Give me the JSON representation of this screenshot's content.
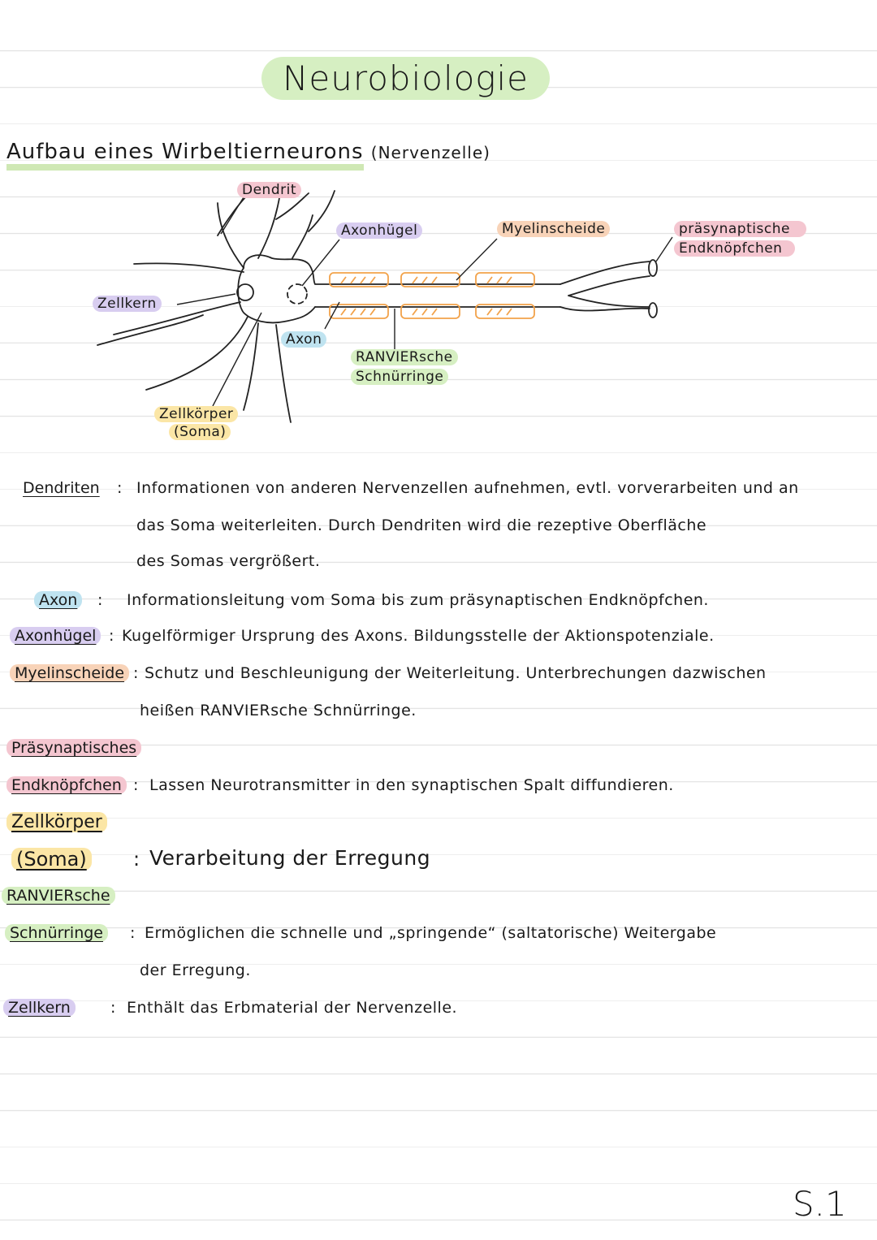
{
  "title": "Neurobiologie",
  "subtitle": {
    "main": "Aufbau eines Wirbeltierneurons",
    "paren": "(Nervenzelle)"
  },
  "diagram": {
    "dendrit": "Dendrit",
    "axonhuegel": "Axonhügel",
    "myelinscheide": "Myelinscheide",
    "praesyn_1": "präsynaptische",
    "praesyn_2": "Endknöpfchen",
    "zellkern": "Zellkern",
    "axon": "Axon",
    "ranvier_1": "RANVIERsche",
    "ranvier_2": "Schnürringe",
    "zellkoerper_1": "Zellkörper",
    "zellkoerper_2": "(Soma)"
  },
  "definitions": [
    {
      "term": "Dendriten",
      "lines": [
        "Informationen von anderen Nervenzellen aufnehmen, evtl. vorverarbeiten und an",
        "das Soma weiterleiten. Durch Dendriten wird die rezeptive Oberfläche",
        "des Somas vergrößert."
      ]
    },
    {
      "term": "Axon",
      "lines": [
        "Informationsleitung vom Soma bis zum präsynaptischen Endknöpfchen."
      ]
    },
    {
      "term": "Axonhügel",
      "lines": [
        "Kugelförmiger Ursprung des Axons. Bildungsstelle der Aktionspotenziale."
      ]
    },
    {
      "term": "Myelinscheide",
      "lines": [
        "Schutz und Beschleunigung der Weiterleitung. Unterbrechungen dazwischen",
        "heißen RANVIERsche Schnürringe."
      ]
    },
    {
      "term_1": "Präsynaptisches",
      "term_2": "Endknöpfchen",
      "lines": [
        "Lassen Neurotransmitter in den synaptischen Spalt diffundieren."
      ]
    },
    {
      "term_1": "Zellkörper",
      "term_2": "(Soma)",
      "lines": [
        "Verarbeitung der Erregung"
      ]
    },
    {
      "term_1": "RANVIERsche",
      "term_2": "Schnürringe",
      "lines": [
        "Ermöglichen die schnelle und „springende“ (saltatorische) Weitergabe",
        "der Erregung."
      ]
    },
    {
      "term": "Zellkern",
      "lines": [
        "Enthält das Erbmaterial der Nervenzelle."
      ]
    }
  ],
  "page_number": "S.1",
  "colors": {
    "green": "#cfe8b4",
    "pink": "#f4c6d0",
    "purple": "#d8cdf0",
    "blue": "#bfe3f0",
    "orange": "#f8d3b8",
    "yellow": "#fbe6a6",
    "myelin": "#f2a24a"
  }
}
